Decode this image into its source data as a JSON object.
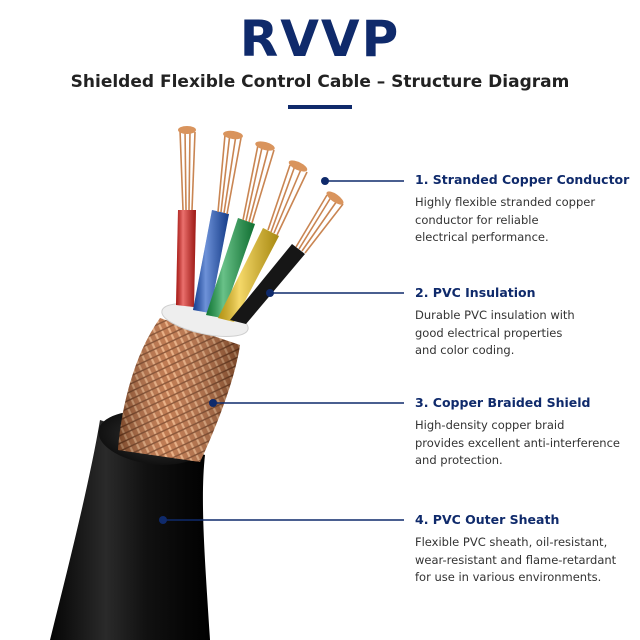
{
  "header": {
    "title": "RVVP",
    "subtitle": "Shielded Flexible Control Cable – Structure Diagram"
  },
  "colors": {
    "accent": "#0f2a6b",
    "copper": "#c98552",
    "sheath": "#151515",
    "core_colors": [
      "red",
      "blue",
      "green",
      "yellow",
      "black"
    ]
  },
  "callouts": [
    {
      "title": "1. Stranded Copper Conductor",
      "lines": [
        "Highly flexible stranded copper",
        "conductor for reliable",
        "electrical performance."
      ]
    },
    {
      "title": "2. PVC Insulation",
      "lines": [
        "Durable PVC insulation with",
        "good electrical properties",
        "and color coding."
      ]
    },
    {
      "title": "3. Copper Braided Shield",
      "lines": [
        "High-density copper braid",
        "provides excellent anti-interference",
        "and protection."
      ]
    },
    {
      "title": "4. PVC Outer Sheath",
      "lines": [
        "Flexible PVC sheath, oil-resistant,",
        "wear-resistant and flame-retardant",
        "for use in various environments."
      ]
    }
  ]
}
